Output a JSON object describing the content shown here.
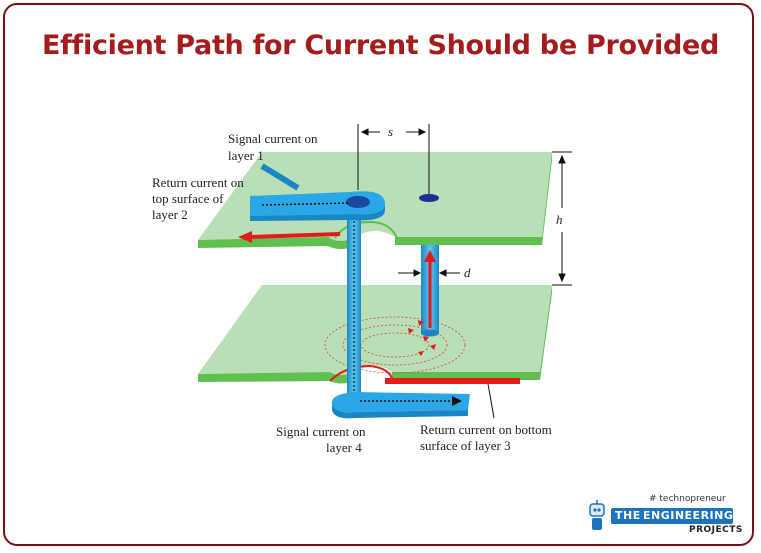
{
  "title": "Efficient Path for Current Should be Provided",
  "labels": {
    "signal_layer1_line1": "Signal current on",
    "signal_layer1_line2": "layer 1",
    "return_top_line1": "Return current on",
    "return_top_line2": "top surface of",
    "return_top_line3": "layer 2",
    "s": "s",
    "h": "h",
    "d": "d",
    "signal_layer4_line1": "Signal current on",
    "signal_layer4_line2": "layer 4",
    "return_bottom_line1": "Return current on bottom",
    "return_bottom_line2": "surface of layer 3"
  },
  "logo": {
    "tagline": "# technopreneur",
    "word_the": "THE",
    "word_engineering": "ENGINEERING",
    "word_projects": "PROJECTS"
  },
  "colors": {
    "title": "#a51c1c",
    "border": "#7a1010",
    "plane": "#b9dfb6",
    "plane_edge": "#5fbf4f",
    "trace": "#2aa7e6",
    "return": "#e31b1b",
    "logo_blue": "#1e73be"
  }
}
